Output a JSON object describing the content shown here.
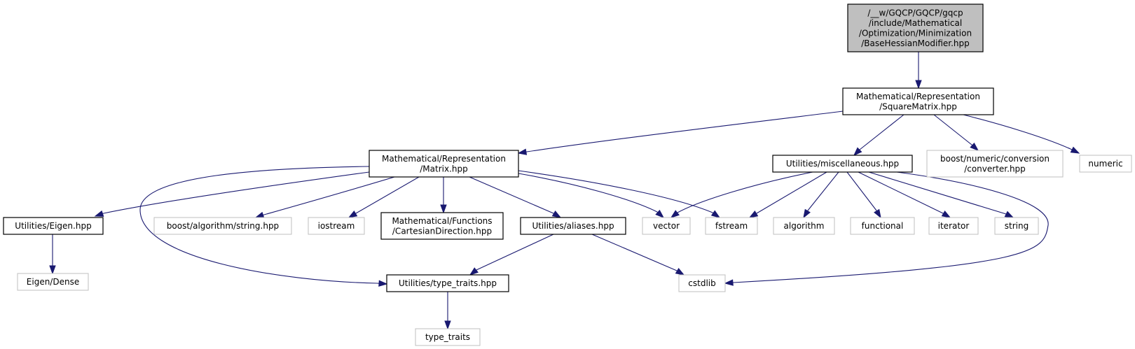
{
  "colors": {
    "edge": "#191970",
    "root_fill": "#bfbfbf",
    "external_border": "#bfbfbf",
    "internal_border": "#000000"
  },
  "nodes": {
    "root": {
      "lines": [
        "/__w/GQCP/GQCP/gqcp",
        "/include/Mathematical",
        "/Optimization/Minimization",
        "/BaseHessianModifier.hpp"
      ]
    },
    "square_matrix": {
      "lines": [
        "Mathematical/Representation",
        "/SquareMatrix.hpp"
      ]
    },
    "matrix": {
      "lines": [
        "Mathematical/Representation",
        "/Matrix.hpp"
      ]
    },
    "miscellaneous": {
      "lines": [
        "Utilities/miscellaneous.hpp"
      ]
    },
    "boost_converter": {
      "lines": [
        "boost/numeric/conversion",
        "/converter.hpp"
      ]
    },
    "numeric": {
      "lines": [
        "numeric"
      ]
    },
    "eigen_hpp": {
      "lines": [
        "Utilities/Eigen.hpp"
      ]
    },
    "boost_string": {
      "lines": [
        "boost/algorithm/string.hpp"
      ]
    },
    "iostream": {
      "lines": [
        "iostream"
      ]
    },
    "cartesian": {
      "lines": [
        "Mathematical/Functions",
        "/CartesianDirection.hpp"
      ]
    },
    "aliases": {
      "lines": [
        "Utilities/aliases.hpp"
      ]
    },
    "vector": {
      "lines": [
        "vector"
      ]
    },
    "fstream": {
      "lines": [
        "fstream"
      ]
    },
    "algorithm": {
      "lines": [
        "algorithm"
      ]
    },
    "functional": {
      "lines": [
        "functional"
      ]
    },
    "iterator": {
      "lines": [
        "iterator"
      ]
    },
    "string": {
      "lines": [
        "string"
      ]
    },
    "eigen_dense": {
      "lines": [
        "Eigen/Dense"
      ]
    },
    "type_traits_hpp": {
      "lines": [
        "Utilities/type_traits.hpp"
      ]
    },
    "cstdlib": {
      "lines": [
        "cstdlib"
      ]
    },
    "type_traits": {
      "lines": [
        "type_traits"
      ]
    }
  }
}
